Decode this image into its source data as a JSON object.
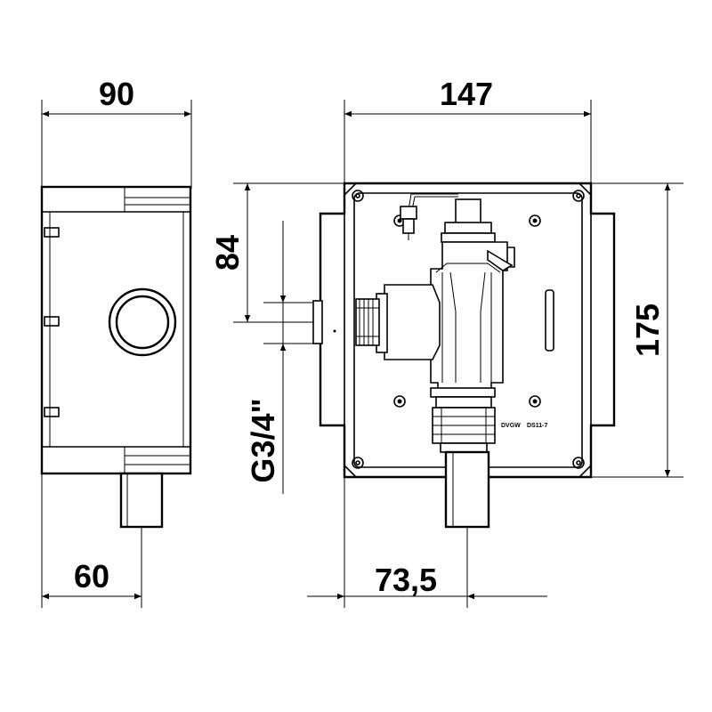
{
  "dimensions": {
    "side_width": "90",
    "front_width": "147",
    "height": "175",
    "inlet_height": "84",
    "thread": "G3/4\"",
    "outlet_offset_side": "60",
    "outlet_offset_front": "73,5"
  },
  "label_plate": {
    "text_a": "DVGW",
    "text_b": "DS11-7"
  }
}
